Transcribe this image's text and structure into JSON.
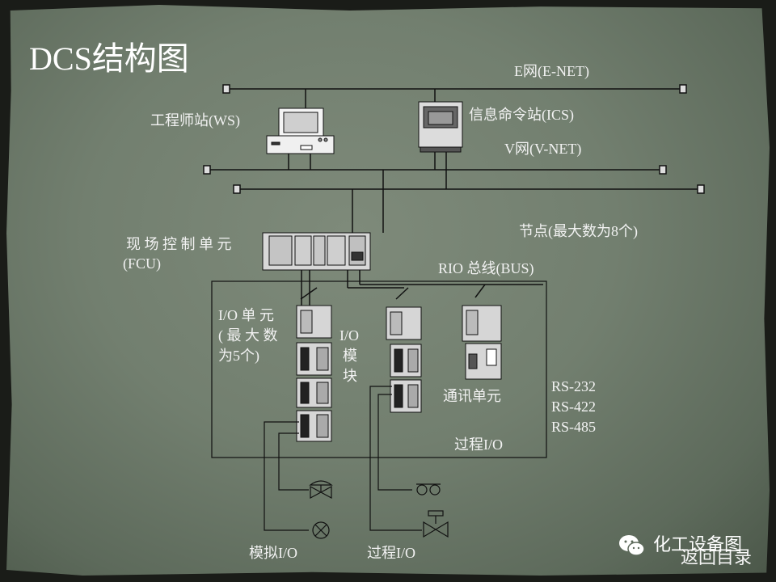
{
  "title": "DCS结构图",
  "networks": {
    "e_net": "E网(E-NET)",
    "v_net": "V网(V-NET)",
    "rio_bus": "RIO 总线(BUS)"
  },
  "stations": {
    "ws": "工程师站(WS)",
    "ics": "信息命令站(ICS)"
  },
  "node_note": "节点(最大数为8个)",
  "fcu": {
    "line1": "现 场 控 制 单 元",
    "line2": "(FCU)"
  },
  "io_unit": {
    "line1": "I/O  单  元",
    "line2": "( 最  大  数",
    "line3": "为5个)"
  },
  "io_module": [
    "I/O",
    "模",
    "块"
  ],
  "comm_unit": "通讯单元",
  "protocols": [
    "RS-232",
    "RS-422",
    "RS-485"
  ],
  "process_io_inner": "过程I/O",
  "analog_io": "模拟I/O",
  "process_io_bottom": "过程I/O",
  "watermark": "化工设备图",
  "back_link": "返回目录"
}
